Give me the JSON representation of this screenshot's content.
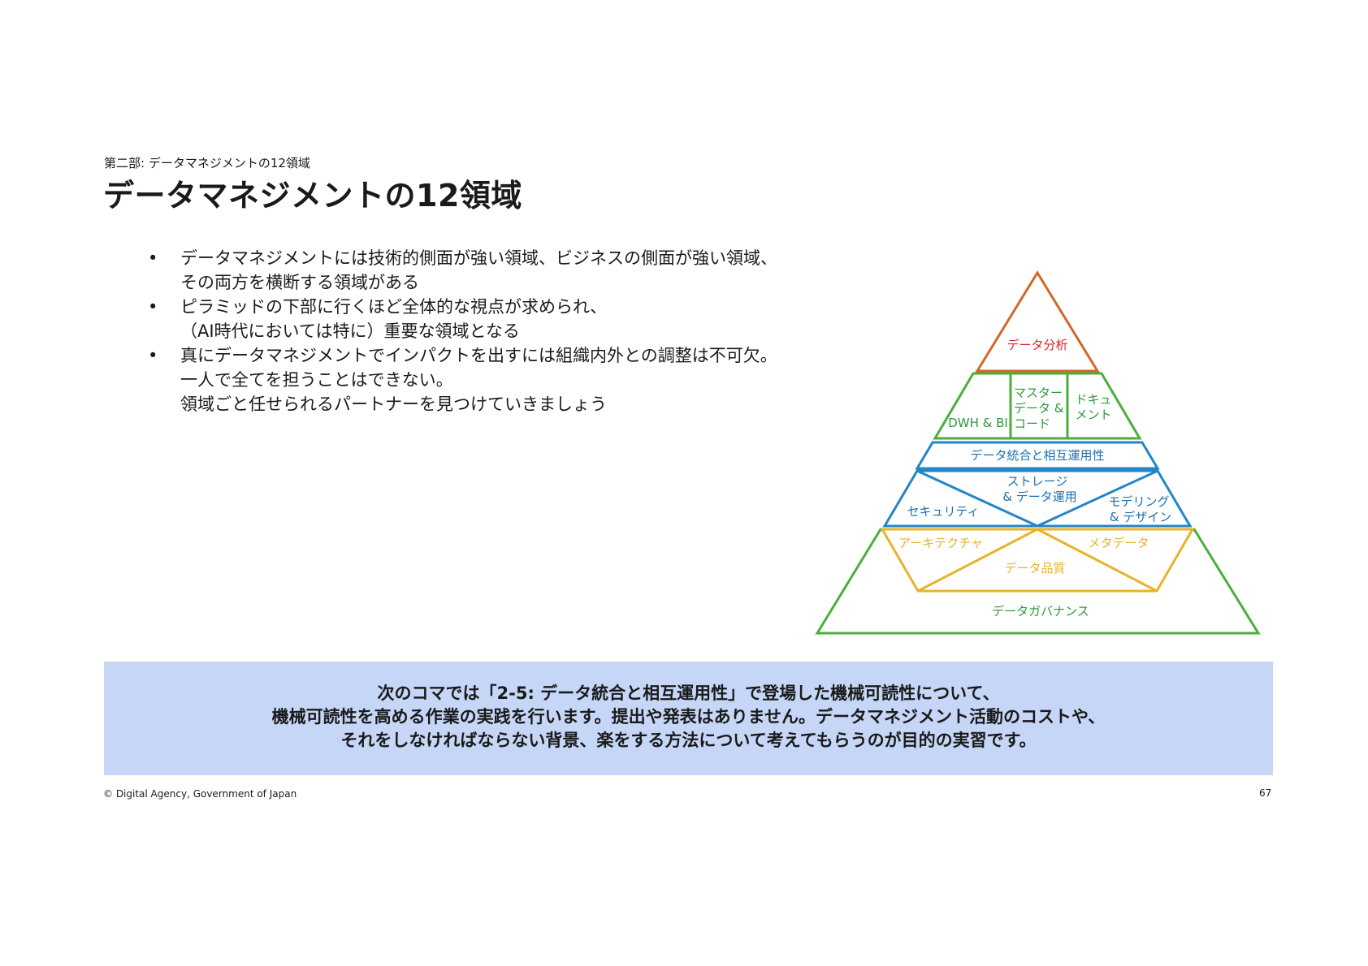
{
  "header": {
    "breadcrumb": "第二部: データマネジメントの12領域",
    "title": "データマネジメントの12領域"
  },
  "bullets": [
    {
      "lines": [
        "データマネジメントには技術的側面が強い領域、ビジネスの側面が強い領域、",
        "その両方を横断する領域がある"
      ]
    },
    {
      "lines": [
        "ピラミッドの下部に行くほど全体的な視点が求められ、",
        "（AI時代においては特に）重要な領域となる"
      ]
    },
    {
      "lines": [
        "真にデータマネジメントでインパクトを出すには組織内外との調整は不可欠。",
        "一人で全てを担うことはできない。",
        "領域ごと任せられるパートナーを見つけていきましょう"
      ]
    }
  ],
  "pyramid": {
    "colors": {
      "top": "#d4662a",
      "top_text": "#e0202a",
      "green": "#4aaf3a",
      "green_text": "#2a9a3a",
      "blue": "#2385c8",
      "blue_text": "#1e6fb0",
      "yellow": "#e6b32a",
      "base": "#4aaf3a",
      "base_text": "#2a9a3a"
    },
    "top": "データ分析",
    "tier2": {
      "dwh": "DWH & BI",
      "master": [
        "マスター",
        "データ &",
        "コード"
      ],
      "document": [
        "ドキュ",
        "メント"
      ]
    },
    "integration": "データ統合と相互運用性",
    "tier3": {
      "security": "セキュリティ",
      "storage": [
        "ストレージ",
        "& データ運用"
      ],
      "modeling": [
        "モデリング",
        "& デザイン"
      ]
    },
    "tier4": {
      "architecture": "アーキテクチャ",
      "metadata": "メタデータ",
      "quality": "データ品質"
    },
    "base": "データガバナンス"
  },
  "callout": {
    "lines": [
      "次のコマでは「2-5: データ統合と相互運用性」で登場した機械可読性について、",
      "機械可読性を高める作業の実践を行います。提出や発表はありません。データマネジメント活動のコストや、",
      "それをしなければならない背景、楽をする方法について考えてもらうのが目的の実習です。"
    ]
  },
  "footer": {
    "copyright": "© Digital Agency, Government of Japan",
    "page_number": "67"
  }
}
